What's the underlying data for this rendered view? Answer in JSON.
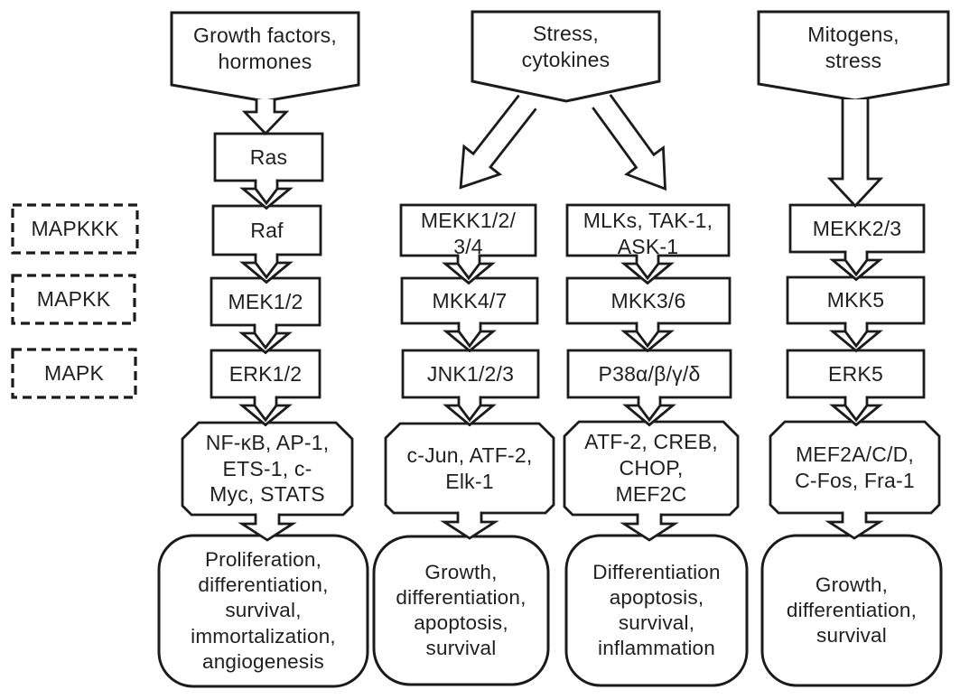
{
  "row_labels": [
    "MAPKKK",
    "MAPKK",
    "MAPK"
  ],
  "pathways": [
    {
      "source": "Growth factors,\nhormones",
      "nodes": [
        "Ras",
        "Raf",
        "MEK1/2",
        "ERK1/2"
      ],
      "tfs": "NF-κB, AP-1,\nETS-1, c-\nMyc, STATS",
      "outcome": "Proliferation,\ndifferentiation,\nsurvival,\nimmortalization,\nangiogenesis"
    },
    {
      "source": "Stress,\ncytokines",
      "nodes": [
        "MEKK1/2/\n3/4",
        "MKK4/7",
        "JNK1/2/3"
      ],
      "tfs": "c-Jun, ATF-2,\nElk-1",
      "outcome": "Growth,\ndifferentiation,\napoptosis,\nsurvival"
    },
    {
      "nodes": [
        "MLKs, TAK-1,\nASK-1",
        "MKK3/6",
        "P38α/β/γ/δ"
      ],
      "tfs": "ATF-2, CREB,\nCHOP,\nMEF2C",
      "outcome": "Differentiation\napoptosis,\nsurvival,\ninflammation"
    },
    {
      "source": "Mitogens,\nstress",
      "nodes": [
        "MEKK2/3",
        "MKK5",
        "ERK5"
      ],
      "tfs": "MEF2A/C/D,\nC-Fos, Fra-1",
      "outcome": "Growth,\ndifferentiation,\nsurvival"
    }
  ],
  "colors": {
    "stroke": "#1b1b1b",
    "text": "#1f1f1f",
    "background": "#ffffff"
  }
}
